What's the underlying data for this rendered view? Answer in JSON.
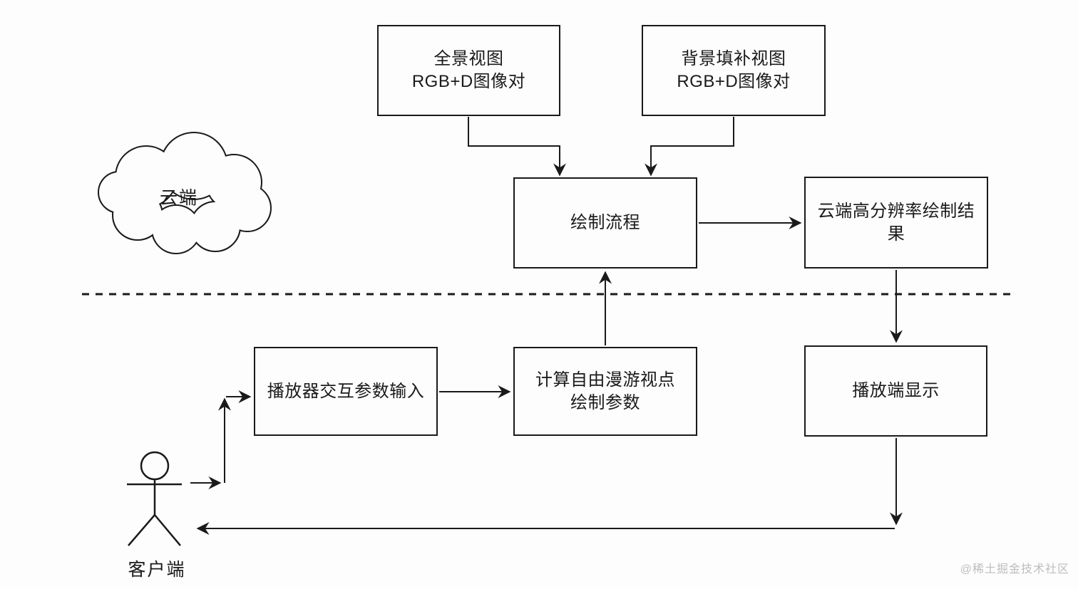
{
  "diagram": {
    "cloud_zone_label": "云端",
    "client_zone_label": "客户端",
    "nodes": {
      "panorama": "全景视图\nRGB+D图像对",
      "background_fill": "背景填补视图\nRGB+D图像对",
      "render_pipeline": "绘制流程",
      "cloud_result": "云端高分辨率绘制结果",
      "player_input": "播放器交互参数输入",
      "viewpoint_calc": "计算自由漫游视点\n绘制参数",
      "player_display": "播放端显示"
    },
    "watermark": "@稀土掘金技术社区",
    "colors": {
      "line": "#1a1a1a",
      "background": "#fdfdfd",
      "watermark": "#bdbdbd"
    }
  }
}
